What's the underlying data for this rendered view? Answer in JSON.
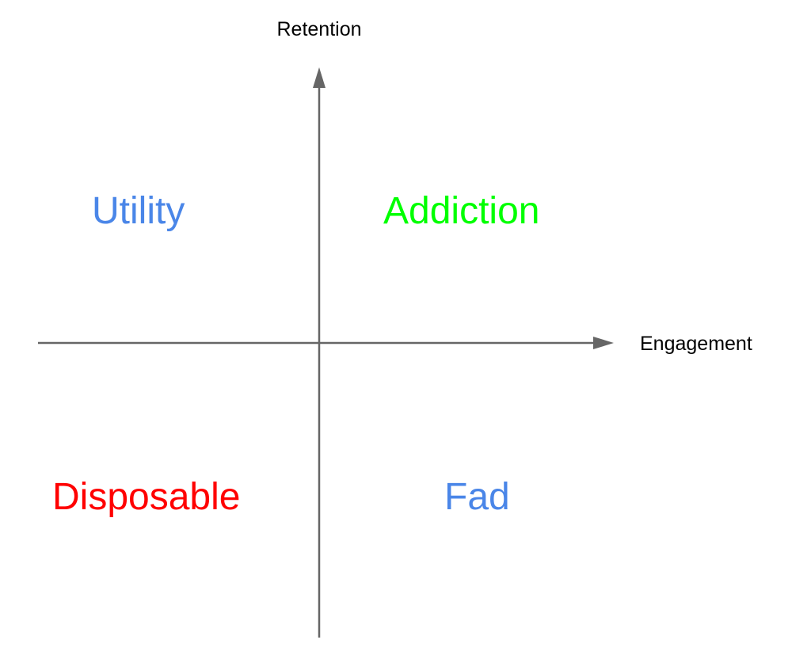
{
  "diagram": {
    "type": "quadrant",
    "axes": {
      "y_label": "Retention",
      "x_label": "Engagement",
      "line_color": "#666666",
      "label_color": "#000000"
    },
    "quadrants": [
      {
        "position": "top-left",
        "label": "Utility",
        "color": "#4a86e8"
      },
      {
        "position": "top-right",
        "label": "Addiction",
        "color": "#00ff00"
      },
      {
        "position": "bottom-left",
        "label": "Disposable",
        "color": "#ff0000"
      },
      {
        "position": "bottom-right",
        "label": "Fad",
        "color": "#4a86e8"
      }
    ]
  }
}
